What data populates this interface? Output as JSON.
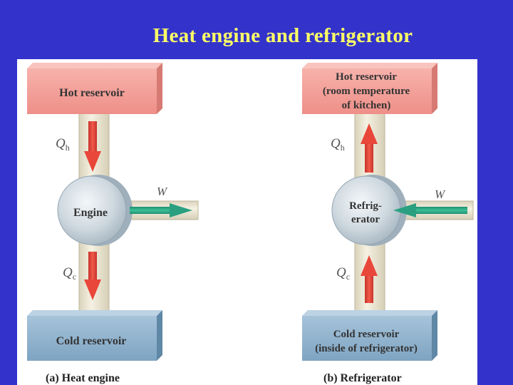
{
  "slide": {
    "title": "Heat engine and refrigerator"
  },
  "colors": {
    "background": "#3333cc",
    "title": "#ffff66",
    "hot_reservoir": "#f4a19a",
    "cold_reservoir": "#8fb3cf",
    "pipe": "#efe9d4",
    "heat_arrow": "#e8473a",
    "work_arrow": "#2aa080",
    "engine_disk": "#c9d4dc"
  },
  "heat_engine": {
    "hot_reservoir_label": "Hot reservoir",
    "qh_label": "Qh",
    "engine_label": "Engine",
    "work_label": "W",
    "qc_label": "Qc",
    "cold_reservoir_label": "Cold reservoir",
    "caption": "(a) Heat engine"
  },
  "refrigerator": {
    "hot_reservoir_lines": [
      "Hot reservoir",
      "(room temperature",
      "of kitchen)"
    ],
    "qh_label": "Qh",
    "device_lines": [
      "Refrig-",
      "erator"
    ],
    "work_label": "W",
    "qc_label": "Qc",
    "cold_reservoir_lines": [
      "Cold reservoir",
      "(inside of refrigerator)"
    ],
    "caption": "(b) Refrigerator"
  }
}
